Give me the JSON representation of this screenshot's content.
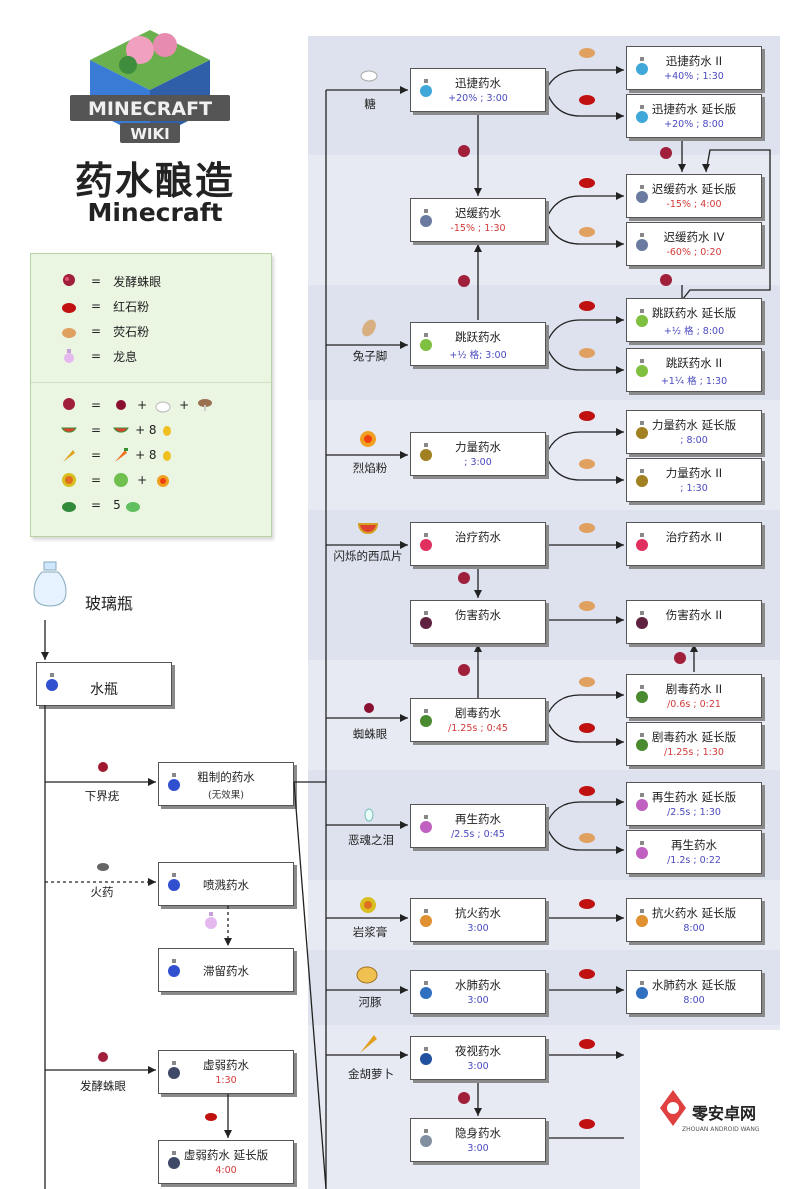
{
  "title": "药水酿造",
  "subtitle": "Minecraft",
  "logo": {
    "line1": "MINECRAFT",
    "line2": "WIKI"
  },
  "legend": {
    "items": [
      {
        "icon": "fermented-spider-eye-icon",
        "eq": "=",
        "label": "发酵蛛眼"
      },
      {
        "icon": "redstone-dust-icon",
        "eq": "=",
        "label": "红石粉"
      },
      {
        "icon": "glowstone-dust-icon",
        "eq": "=",
        "label": "荧石粉"
      },
      {
        "icon": "dragon-breath-icon",
        "eq": "=",
        "label": "龙息"
      }
    ],
    "recipes": [
      {
        "result": "fermented-spider-eye-icon",
        "eq": "=",
        "parts": "+",
        "parts2": "+",
        "text": ""
      },
      {
        "result": "glistering-melon-icon",
        "eq": "=",
        "parts": "+ 8",
        "text": ""
      },
      {
        "result": "golden-carrot-icon",
        "eq": "=",
        "parts": "+ 8",
        "text": ""
      },
      {
        "result": "magma-cream-icon",
        "eq": "=",
        "parts": "+",
        "text": ""
      },
      {
        "result": "slime-icon",
        "eq": "=",
        "parts": "5",
        "text": ""
      }
    ]
  },
  "base": {
    "glass_bottle": "玻璃瓶",
    "water_bottle": "水瓶",
    "nether_wart": "下界疣",
    "awkward": "粗制的药水",
    "awkward_sub": "(无效果)",
    "gunpowder": "火药",
    "splash": "喷溅药水",
    "lingering": "滞留药水",
    "fermented_eye": "发酵蛛眼",
    "weakness": "虚弱药水",
    "weakness_eff": "1:30",
    "weakness_long": "虚弱药水 延长版",
    "weakness_long_eff": "4:00"
  },
  "ingredients": {
    "sugar": "糖",
    "rabbit_foot": "兔子脚",
    "blaze_powder": "烈焰粉",
    "melon": "闪烁的西瓜片",
    "spider_eye": "蜘蛛眼",
    "ghast_tear": "恶魂之泪",
    "magma_cream": "岩浆膏",
    "pufferfish": "河豚",
    "golden_carrot": "金胡萝卜"
  },
  "potions": {
    "swiftness": {
      "name": "迅捷药水",
      "eff": "+20% ; 3:00"
    },
    "swiftness2": {
      "name": "迅捷药水 II",
      "eff": "+40% ; 1:30"
    },
    "swiftness_long": {
      "name": "迅捷药水 延长版",
      "eff": "+20% ; 8:00"
    },
    "slowness": {
      "name": "迟缓药水",
      "eff": "-15% ; 1:30"
    },
    "slowness_long": {
      "name": "迟缓药水 延长版",
      "eff": "-15% ; 4:00"
    },
    "slowness4": {
      "name": "迟缓药水 IV",
      "eff": "-60% ; 0:20"
    },
    "leaping": {
      "name": "跳跃药水",
      "eff": "+½ 格; 3:00"
    },
    "leaping_long": {
      "name": "跳跃药水 延长版",
      "eff": "+½ 格 ; 8:00"
    },
    "leaping2": {
      "name": "跳跃药水 II",
      "eff": "+1¼ 格 ; 1:30"
    },
    "strength": {
      "name": "力量药水",
      "eff": "; 3:00"
    },
    "strength_long": {
      "name": "力量药水 延长版",
      "eff": "; 8:00"
    },
    "strength2": {
      "name": "力量药水 II",
      "eff": "; 1:30"
    },
    "healing": {
      "name": "治疗药水"
    },
    "healing2": {
      "name": "治疗药水 II"
    },
    "harming": {
      "name": "伤害药水"
    },
    "harming2": {
      "name": "伤害药水 II"
    },
    "poison": {
      "name": "剧毒药水",
      "eff": "/1.25s ; 0:45"
    },
    "poison2": {
      "name": "剧毒药水 II",
      "eff": "/0.6s ; 0:21"
    },
    "poison_long": {
      "name": "剧毒药水 延长版",
      "eff": "/1.25s ; 1:30"
    },
    "regen": {
      "name": "再生药水",
      "eff": "/2.5s ; 0:45"
    },
    "regen_long": {
      "name": "再生药水 延长版",
      "eff": "/2.5s ; 1:30"
    },
    "regen2": {
      "name": "再生药水",
      "eff": "/1.2s ; 0:22"
    },
    "fire_res": {
      "name": "抗火药水",
      "eff": "3:00"
    },
    "fire_res_long": {
      "name": "抗火药水 延长版",
      "eff": "8:00"
    },
    "water_breath": {
      "name": "水肺药水",
      "eff": "3:00"
    },
    "water_breath_long": {
      "name": "水肺药水 延长版",
      "eff": "8:00"
    },
    "night_vision": {
      "name": "夜视药水",
      "eff": "3:00"
    },
    "invisibility": {
      "name": "隐身药水",
      "eff": "3:00"
    }
  },
  "watermark": {
    "text": "零安卓网",
    "sub": "ZHOUAN  ANDROID  WANG"
  },
  "colors": {
    "panel": "#dde2ee",
    "band": "#e7eaf3",
    "legend_bg": "#eaf5e2",
    "effect_blue": "#4a4ac0",
    "effect_red": "#d23b3b"
  }
}
